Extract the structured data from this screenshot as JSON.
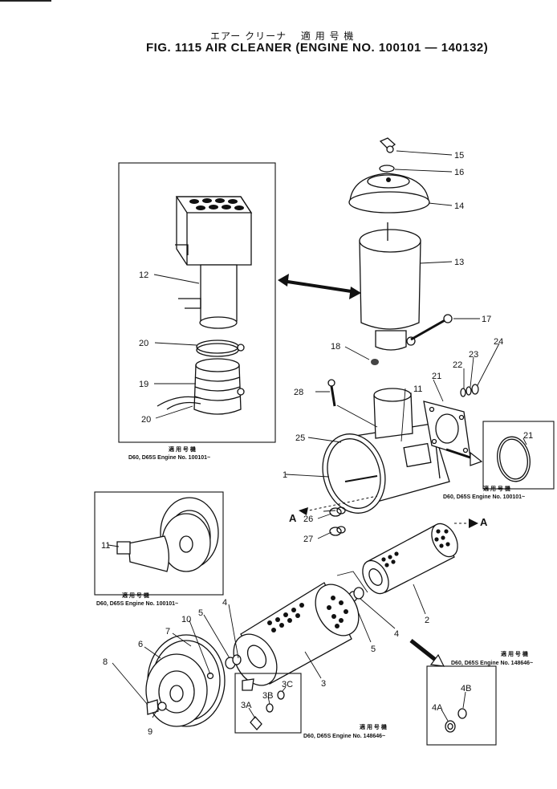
{
  "header": {
    "title_jp": "エアー クリーナ　 適 用 号 機",
    "title": "FIG. 1115   AIR  CLEANER  (ENGINE  NO.  100101 — 140132)"
  },
  "parts": {
    "p1": "1",
    "p2": "2",
    "p3": "3",
    "p4": "4",
    "p4b": "4",
    "p4a": "4A",
    "p4bb": "4B",
    "p5": "5",
    "p5b": "5",
    "p6": "6",
    "p7": "7",
    "p8": "8",
    "p9": "9",
    "p10": "10",
    "p11a": "11",
    "p11b": "11",
    "p12": "12",
    "p13": "13",
    "p14": "14",
    "p15": "15",
    "p16": "16",
    "p17": "17",
    "p18": "18",
    "p19": "19",
    "p20a": "20",
    "p20b": "20",
    "p21a": "21",
    "p21b": "21",
    "p22": "22",
    "p23": "23",
    "p24": "24",
    "p25": "25",
    "p26": "26",
    "p27": "27",
    "p28": "28",
    "p3a": "3A",
    "p3b": "3B",
    "p3c": "3C",
    "arrowA1": "A",
    "arrowA2": "A"
  },
  "notes": {
    "box1_jp": "適 用 号 機",
    "box1": "D60, D65S Engine  No.  100101~",
    "box2_jp": "適 用 号 機",
    "box2": "D60, D65S  Engine  No.  100101~",
    "box3_jp": "適 用 号 機",
    "box3": "D60, D65S Engine  No.  100101~",
    "box4_jp": "適 用 号 機",
    "box4": "D60, D65S Engine No. 148646~",
    "box5_jp": "適 用 号 機",
    "box5": "D60, D65S Engine No. 148646~"
  }
}
